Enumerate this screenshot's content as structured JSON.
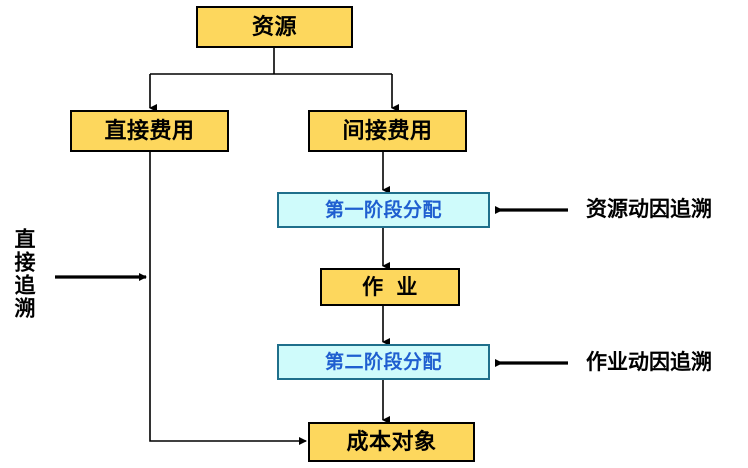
{
  "diagram": {
    "title_text": "",
    "colors": {
      "resource_fill": "#FDD75D",
      "resource_border": "#000000",
      "stage_fill": "#CFFBFB",
      "stage_border": "#1F6F8B",
      "stage_text": "#1F5FD0",
      "edge": "#000000",
      "background": "#FFFFFF"
    },
    "nodes": {
      "resource": "资源",
      "direct_cost": "直接费用",
      "indirect_cost": "间接费用",
      "first_stage": "第一阶段分配",
      "activity": "作  业",
      "second_stage": "第二阶段分配",
      "cost_object": "成本对象"
    },
    "annotations": {
      "direct_tracing": "直接追溯",
      "resource_driver_tracing": "资源动因追溯",
      "activity_driver_tracing": "作业动因追溯"
    }
  }
}
